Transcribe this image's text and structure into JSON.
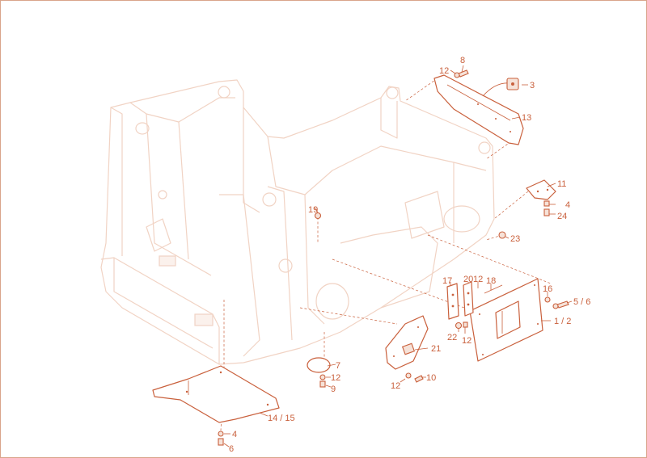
{
  "accent_color": "#c9603c",
  "frame_color": "#f1d3c4",
  "callouts": [
    {
      "id": "8",
      "text": "8"
    },
    {
      "id": "12a",
      "text": "12"
    },
    {
      "id": "3",
      "text": "3"
    },
    {
      "id": "13",
      "text": "13"
    },
    {
      "id": "11",
      "text": "11"
    },
    {
      "id": "4a",
      "text": "4"
    },
    {
      "id": "24",
      "text": "24"
    },
    {
      "id": "23",
      "text": "23"
    },
    {
      "id": "19",
      "text": "19"
    },
    {
      "id": "17",
      "text": "17"
    },
    {
      "id": "20",
      "text": "20"
    },
    {
      "id": "12b",
      "text": "12"
    },
    {
      "id": "18",
      "text": "18"
    },
    {
      "id": "16",
      "text": "16"
    },
    {
      "id": "56",
      "text": "5 / 6"
    },
    {
      "id": "12",
      "text": "1 / 2"
    },
    {
      "id": "22",
      "text": "22"
    },
    {
      "id": "12c",
      "text": "12"
    },
    {
      "id": "21",
      "text": "21"
    },
    {
      "id": "7",
      "text": "7"
    },
    {
      "id": "12d",
      "text": "12"
    },
    {
      "id": "9",
      "text": "9"
    },
    {
      "id": "10",
      "text": "10"
    },
    {
      "id": "12e",
      "text": "12"
    },
    {
      "id": "1415",
      "text": "14 / 15"
    },
    {
      "id": "4b",
      "text": "4"
    },
    {
      "id": "6",
      "text": "6"
    }
  ]
}
